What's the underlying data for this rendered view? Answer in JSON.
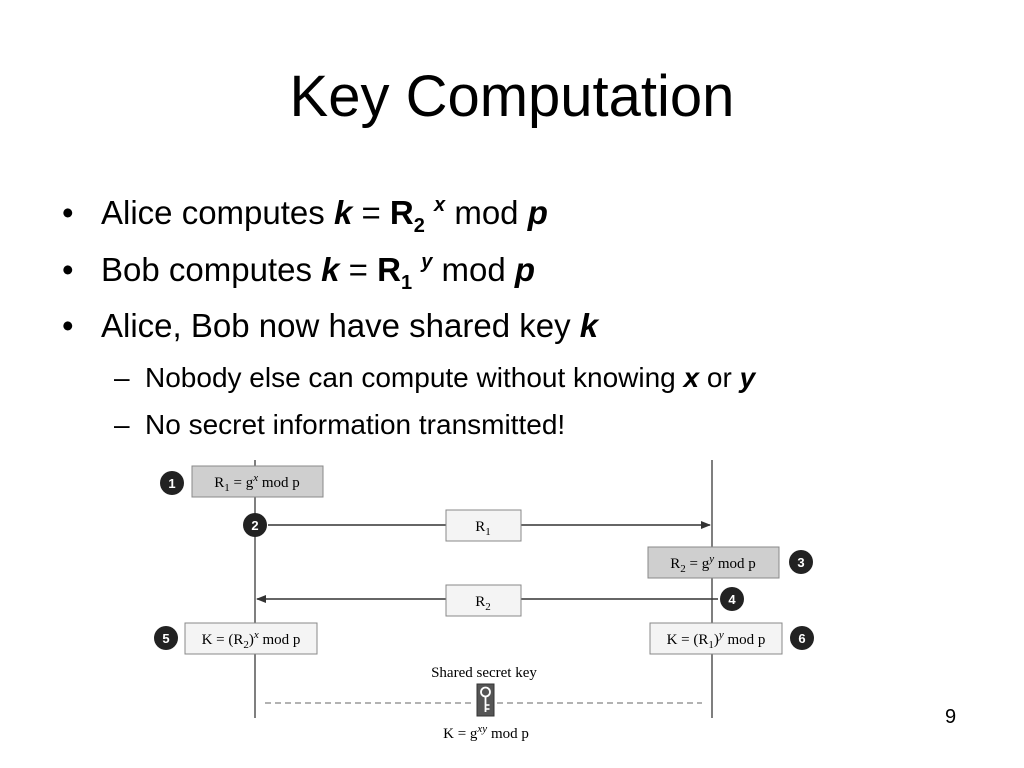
{
  "slide": {
    "title": "Key Computation",
    "page_number": "9"
  },
  "bullets": [
    {
      "marker": "•",
      "prefix": "Alice computes ",
      "var": "k",
      "eq": " = ",
      "base": "R",
      "base_sub": "2",
      "exp": "x",
      "mod": " mod ",
      "modulus": "p"
    },
    {
      "marker": "•",
      "prefix": "Bob computes ",
      "var": "k",
      "eq": " = ",
      "base": "R",
      "base_sub": "1",
      "exp": "y",
      "mod": " mod ",
      "modulus": "p"
    },
    {
      "marker": "•",
      "prefix": "Alice, Bob now have shared key ",
      "var": "k"
    }
  ],
  "sub_bullets": [
    {
      "marker": "–",
      "prefix": "Nobody else can compute without knowing ",
      "v1": "x",
      "middle": " or ",
      "v2": "y"
    },
    {
      "marker": "–",
      "prefix": "No secret information transmitted!"
    }
  ],
  "diagram": {
    "steps": {
      "s1": {
        "number": "1",
        "label_pre": "R",
        "label_sub": "1",
        "label_mid": " = g",
        "label_sup": "x",
        "label_post": " mod p"
      },
      "s2": {
        "number": "2",
        "msg": "R",
        "msg_sub": "1"
      },
      "s3": {
        "number": "3",
        "label_pre": "R",
        "label_sub": "2",
        "label_mid": " = g",
        "label_sup": "y",
        "label_post": " mod p"
      },
      "s4": {
        "number": "4",
        "msg": "R",
        "msg_sub": "2"
      },
      "s5": {
        "number": "5",
        "label_pre": "K = (R",
        "label_sub": "2",
        "label_mid": ")",
        "label_sup": "x",
        "label_post": " mod p"
      },
      "s6": {
        "number": "6",
        "label_pre": "K = (R",
        "label_sub": "1",
        "label_mid": ")",
        "label_sup": "y",
        "label_post": " mod p"
      }
    },
    "shared_label": "Shared secret key",
    "shared_formula": {
      "pre": "K = g",
      "sup": "xy",
      "post": " mod p"
    },
    "colors": {
      "box_shaded": "#cfcfcf",
      "box_plain": "#f4f4f4",
      "circle": "#222222",
      "line": "#555555"
    }
  }
}
